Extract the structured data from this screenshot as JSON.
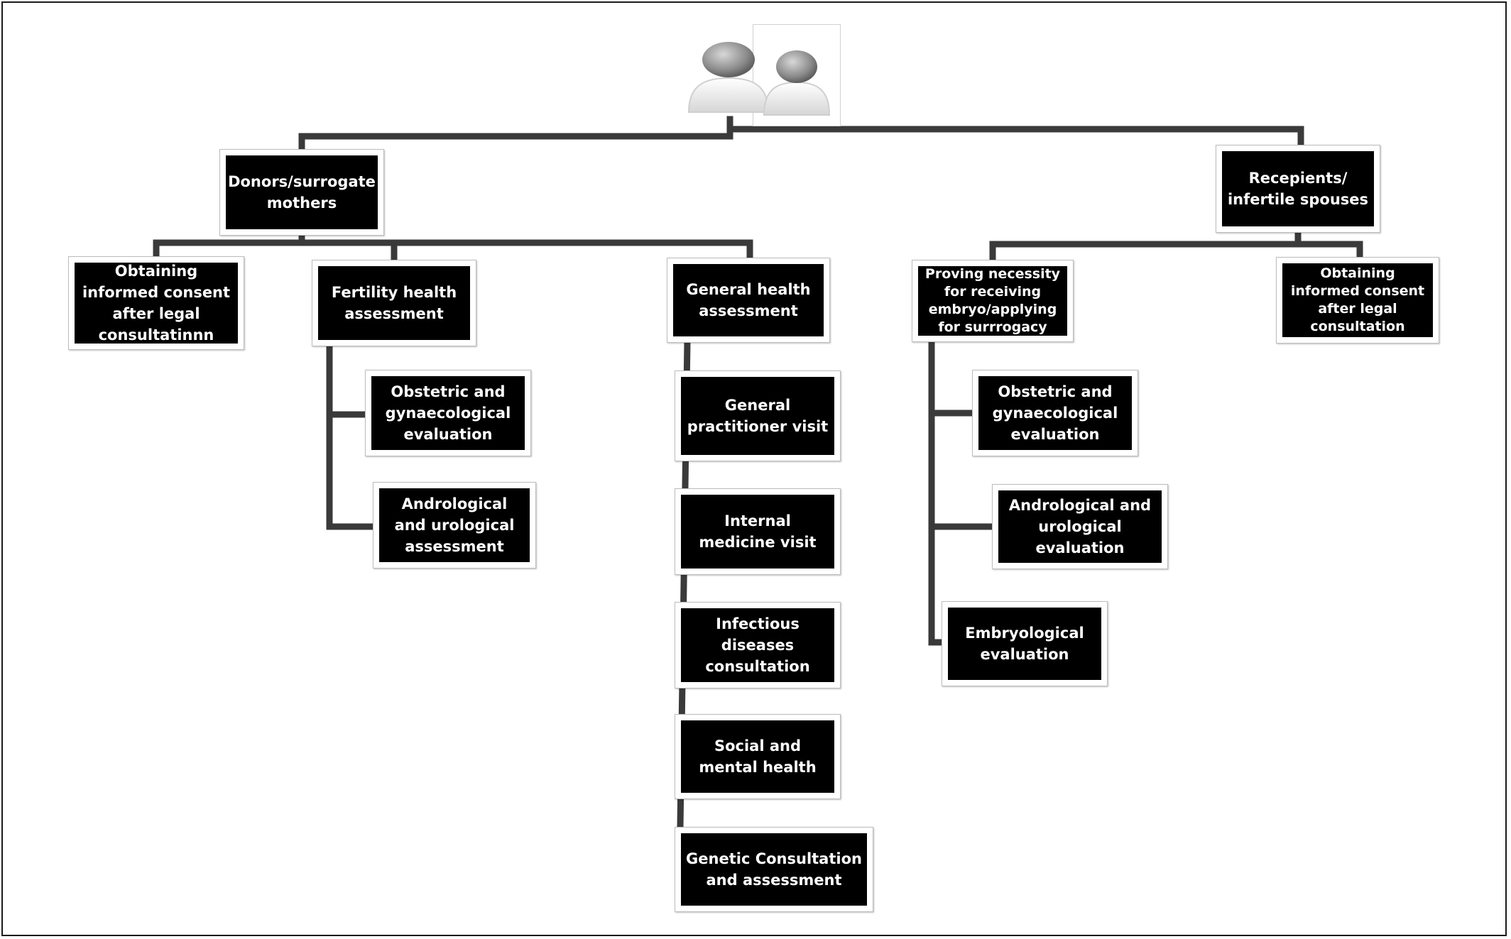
{
  "icons": {
    "people": "people-icon",
    "connector_color": "#3a3a3a"
  },
  "donors": {
    "title": "Donors/surrogate mothers",
    "consent": "Obtaining informed consent after legal consultatinnn",
    "fertility": {
      "title": "Fertility health assessment",
      "obstetric": "Obstetric and gynaecological evaluation",
      "andrological": "Andrological and urological assessment"
    },
    "general": {
      "title": "General health assessment",
      "gp": "General practitioner visit",
      "internal": "Internal medicine visit",
      "infectious": "Infectious diseases consultation",
      "social": "Social and mental health",
      "genetic": "Genetic Consultation and assessment"
    }
  },
  "recipients": {
    "title": "Recepients/ infertile spouses",
    "necessity": {
      "title": "Proving necessity for receiving embryo/applying for surrrogacy",
      "obstetric": "Obstetric and gynaecological evaluation",
      "andrological": "Andrological and urological evaluation",
      "embryological": "Embryological evaluation"
    },
    "consent": "Obtaining informed consent after legal consultation"
  }
}
